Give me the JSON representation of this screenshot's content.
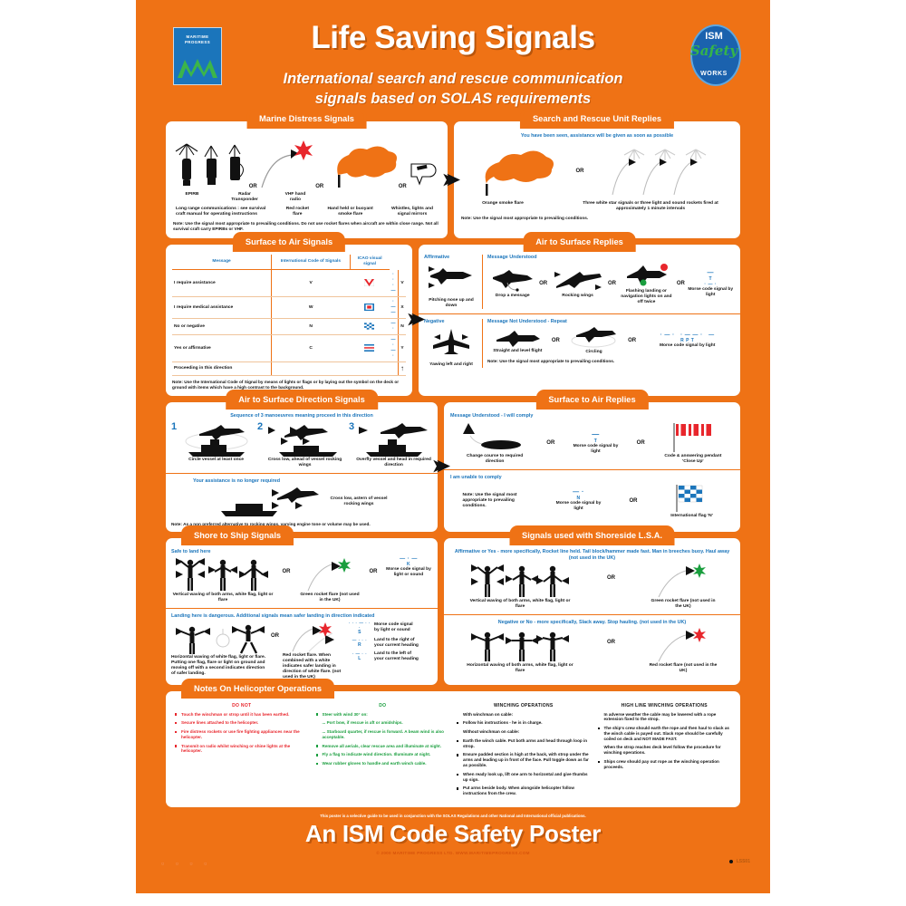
{
  "header": {
    "title": "Life Saving Signals",
    "subtitle_line1": "International search and rescue communication",
    "subtitle_line2": "signals based on SOLAS requirements",
    "brand_logo": {
      "line1": "MARITIME",
      "line2": "PROGRESS"
    },
    "ism_logo": {
      "top": "ISM",
      "middle": "Safety",
      "bottom": "WORKS"
    }
  },
  "marine_distress": {
    "tab": "Marine Distress Signals",
    "items": [
      {
        "label": "EPIRB"
      },
      {
        "label": "Radar Transponder"
      },
      {
        "label": "VHF hand radio"
      },
      {
        "label": "Red rocket flare"
      },
      {
        "label": "Hand held or buoyant smoke flare"
      },
      {
        "label": "Whistles, lights and signal mirrors"
      }
    ],
    "long_range": "Long range communications : see survival craft manual for operating instructions",
    "or": "OR",
    "note": "Note:  Use the signal most appropriate to prevailing conditions. Do not use rocket flares when aircraft are within close range. Not all survival craft carry EPIRBs or VHF."
  },
  "sru_replies": {
    "tab": "Search and Rescue Unit Replies",
    "sub": "You have been seen, assistance will be given as soon as possible",
    "or": "OR",
    "left_caption": "Orange smoke flare",
    "right_caption": "Three white star signals or three light and sound rockets fired at approximately 1 minute intervals",
    "note": "Note:  Use the signal most appropriate to prevailing conditions."
  },
  "surface_to_air": {
    "tab": "Surface to Air Signals",
    "columns": [
      "Message",
      "International Code of Signals",
      "ICAO visual signal"
    ],
    "rows": [
      {
        "message": "I require assistance",
        "code": "V",
        "flag": "V",
        "morse": "· · · —",
        "icao": "V"
      },
      {
        "message": "I require medical assistance",
        "code": "W",
        "flag": "W",
        "morse": "· — —",
        "icao": "X"
      },
      {
        "message": "No or negative",
        "code": "N",
        "flag": "N",
        "morse": "— ·",
        "icao": "N"
      },
      {
        "message": "Yes or affirmative",
        "code": "C",
        "flag": "C",
        "morse": "— · — ·",
        "icao": "Y"
      },
      {
        "message": "Proceeding in this direction",
        "code": "",
        "flag": "",
        "morse": "",
        "icao": "↑"
      }
    ],
    "note": "Note:  Use the International Code of Signal by means of lights or flags or by laying out the symbol on the deck or ground with items which have a high contrast to the background."
  },
  "air_to_surface": {
    "tab": "Air to Surface Replies",
    "affirmative_label": "Affirmative",
    "negative_label": "Negative",
    "understood_label": "Message Understood",
    "not_understood_label": "Message Not Understood - Repeat",
    "or": "OR",
    "affirmative_caption": "Pitching nose up and down",
    "negative_caption": "Yawing left and right",
    "understood": [
      "Drop a message",
      "Rocking wings",
      "Flashing landing or navigation lights on and off twice",
      "Morse code signal by light"
    ],
    "understood_morse": "T",
    "not_understood": [
      "Straight and level flight",
      "Circling",
      "Morse code signal by light"
    ],
    "not_understood_morse": "R P T",
    "note": "Note:  Use the signal most appropriate to prevailing conditions."
  },
  "air_to_surface_direction": {
    "tab": "Air to Surface Direction Signals",
    "sub": "Sequence of 3 manoeuvres meaning proceed in this direction",
    "steps": [
      {
        "num": "1",
        "caption": "Circle vessel at least once"
      },
      {
        "num": "2",
        "caption": "Cross low, ahead of vessel rocking wings"
      },
      {
        "num": "3",
        "caption": "Overfly vessel and head in required direction"
      }
    ],
    "cancel_sub": "Your assistance is no longer required",
    "cancel_caption": "Cross low, astern of vessel rocking wings",
    "note": "Note:  As a non preferred alternative to rocking wings, varying engine tone or volume may be used."
  },
  "surface_to_air_replies": {
    "tab": "Surface to Air Replies",
    "comply_sub": "Message Understood - I will comply",
    "cannot_sub": "I am unable to comply",
    "or": "OR",
    "comply_items": [
      "Change course to required direction",
      "Morse code signal by light",
      "Code & answering pendant 'Close Up'"
    ],
    "comply_morse": "T",
    "cannot_items": [
      "Morse code signal by light",
      "International flag 'N'"
    ],
    "cannot_morse": "N",
    "cannot_note": "Note:  Use the signal most appropriate to prevailing conditions."
  },
  "shore_to_ship": {
    "tab": "Shore to Ship Signals",
    "safe_sub": "Safe to land here",
    "danger_sub": "Landing here is dangerous. Additional signals mean safer landing in direction indicated",
    "or": "OR",
    "safe_items": [
      "Vertical waving of both arms, white flag, light or flare",
      "Green rocket flare (not used in the UK)",
      "Morse code signal by light or sound"
    ],
    "safe_morse": "K",
    "danger_items": [
      "Horizontal waving of white flag, light or flare. Putting one flag, flare or light on ground and moving off with a second indicates direction of safer landing.",
      "Red rocket flare. When combined with a white indicates safer landing in direction of white flare. (not used in the UK)"
    ],
    "danger_codes": [
      {
        "morse": "· · ·  —  · · ·",
        "letter": "S",
        "caption": "Morse code signal by light or sound"
      },
      {
        "morse": "—  · · ·",
        "letter": "R",
        "caption": "Land to the right of your current heading"
      },
      {
        "morse": "· — · ·",
        "letter": "L",
        "caption": "Land to the left of your current heading"
      }
    ]
  },
  "shoreside_lsa": {
    "tab": "Signals used with Shoreside L.S.A.",
    "affirm_sub": "Affirmative or Yes - more specifically, Rocket line held. Tail block/hammer made fast. Man in breeches buoy. Haul away (not used in the UK)",
    "negative_sub": "Negative or No - more specifically, Slack away. Stop hauling. (not used in the UK)",
    "or": "OR",
    "affirm_items": [
      "Vertical waving of both arms, white flag, light or flare",
      "Green rocket flare (not used in the UK)"
    ],
    "negative_items": [
      "Horizontal waving of both arms, white flag, light or flare",
      "Red rocket flare (not used in the UK)"
    ]
  },
  "helicopter": {
    "tab": "Notes On Helicopter Operations",
    "col1_head": "DO NOT",
    "col2_head": "DO",
    "col3_head": "WINCHING OPERATIONS",
    "col4_head": "HIGH LINE WINCHING OPERATIONS",
    "do_not": [
      "Touch the winchman or strop until it has been earthed.",
      "Secure lines attached to the helicopter.",
      "Fire distress rockets or use fire fighting appliances near the helicopter.",
      "Transmit on radio whilst winching or shine lights at the helicopter."
    ],
    "do": [
      "Steer with wind 30° on:",
      "... Port bow, if rescue is aft or amidships.",
      "... Starboard quarter, if rescue is forward.  A beam wind is also acceptable.",
      "Remove all aerials, clear rescue area and illuminate at night.",
      "Fly a flag to indicate wind direction. Illuminate at night.",
      "Wear rubber gloves to handle and earth winch cable."
    ],
    "winching": [
      "With winchman on cable:",
      "Follow his instructions - he is in charge.",
      "Without winchman on cable:",
      "Earth the winch cable. Put both arms and head through loop in strop.",
      "Ensure padded section is high at the back, with strop under the arms and leading up in front of the face. Pull toggle down as far as possible.",
      "When ready look up, lift one arm to horizontal and give thumbs up sign.",
      "Put arms beside body. When alongside helicopter follow instructions from the crew."
    ],
    "highline": [
      "In adverse weather the cable may be lowered with a rope extension fixed to the strop.",
      "The ship's crew should earth the rope and then haul to slack as the winch cable is payed out. Slack rope should be carefully coiled on deck and NOT MADE FAST.",
      "When the strop reaches deck level follow the procedure for winching operations.",
      "Ships crew should pay out rope as the winching operation proceeds."
    ]
  },
  "footer": {
    "disclaimer": "This poster is a selective guide to be used in conjunction with the SOLAS Regulations and other National and International official publications.",
    "title": "An ISM Code Safety Poster",
    "copyright": "© 2000 MARITIME PROGRESS LTD.        WWW.MARITIMEPROGRESS.COM",
    "reg_marks": "▫ ▫ ▫ ▫",
    "code": "LSS01"
  },
  "colors": {
    "background": "#ef7215",
    "panel": "#ffffff",
    "blue_text": "#1b75bb",
    "red": "#e8262c",
    "green": "#1a9e3e"
  }
}
